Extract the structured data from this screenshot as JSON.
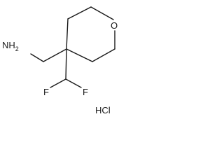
{
  "structure": {
    "atoms": {
      "oxygen": "O",
      "amine": "NH",
      "amine_subscript": "2",
      "fluorine_left": "F",
      "fluorine_right": "F",
      "salt": "HCl"
    }
  }
}
